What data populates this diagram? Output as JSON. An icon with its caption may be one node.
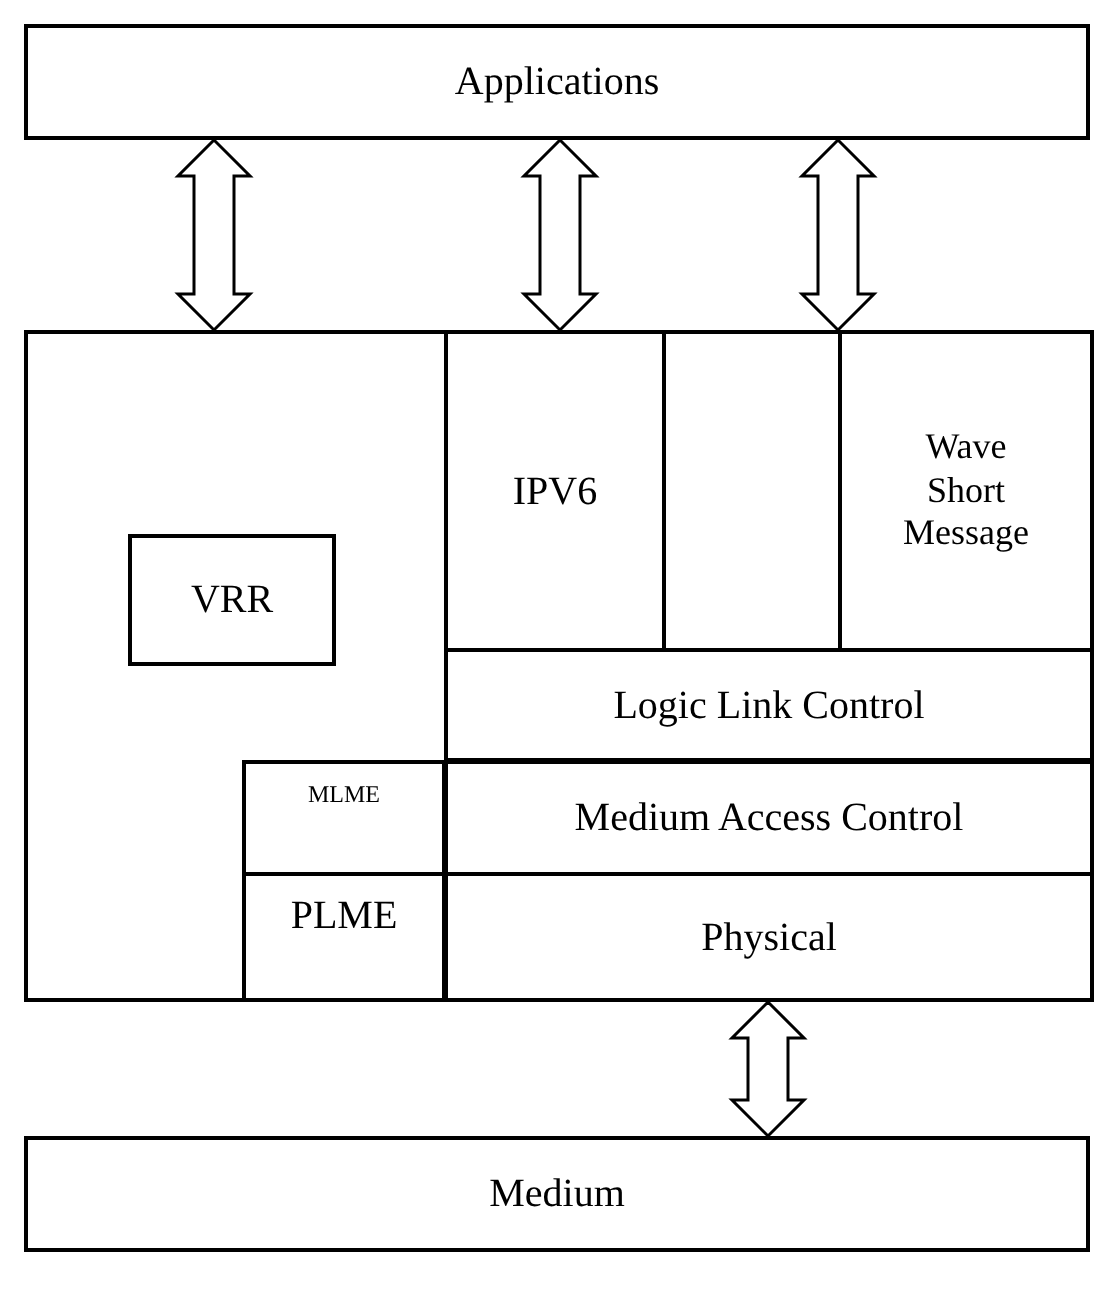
{
  "diagram": {
    "nodes": [
      {
        "text": [
          "Applications"
        ]
      },
      {
        "text": [],
        "shape": "box"
      },
      {
        "text": [
          "VRR"
        ],
        "in": 1
      },
      {
        "text": [
          "IPV6"
        ],
        "in": 1
      },
      {
        "text": [
          "Wave Short Message"
        ],
        "in": 1
      },
      {
        "text": [
          "Logic Link Control"
        ],
        "in": 1
      },
      {
        "text": [
          "MLME"
        ],
        "in": 1
      },
      {
        "text": [
          "Medium Access Control"
        ],
        "in": 1
      },
      {
        "text": [
          "PLME"
        ],
        "in": 1
      },
      {
        "text": [
          "Physical"
        ],
        "in": 1
      },
      {
        "text": [
          "Medium"
        ]
      }
    ],
    "edges": [
      {
        "from": 0,
        "to": 1,
        "arrow": "both"
      },
      {
        "from": 0,
        "to": 3,
        "arrow": "both"
      },
      {
        "from": 0,
        "to": 4,
        "arrow": "both"
      },
      {
        "from": 9,
        "to": 10,
        "arrow": "both"
      }
    ]
  }
}
